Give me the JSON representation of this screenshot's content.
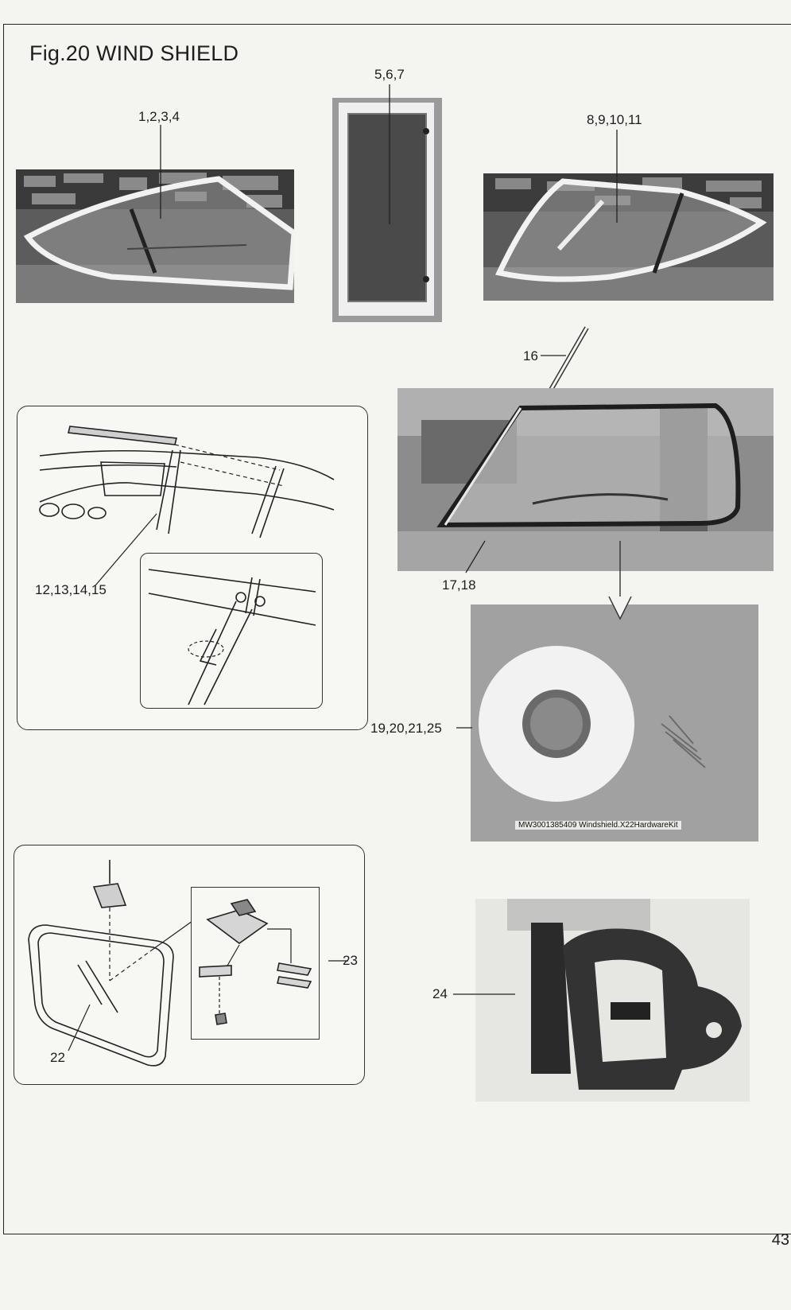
{
  "figure": {
    "title": "Fig.20 WIND SHIELD"
  },
  "callouts": {
    "c1": "1,2,3,4",
    "c2": "5,6,7",
    "c3": "8,9,10,11",
    "c4": "16",
    "c5": "12,13,14,15",
    "c6": "17,18",
    "c7": "19,20,21,25",
    "c8": "23",
    "c9": "22",
    "c10": "24"
  },
  "photo_caption": "MW3001385409  Windshield.X22HardwareKit",
  "page": {
    "number": "43"
  }
}
